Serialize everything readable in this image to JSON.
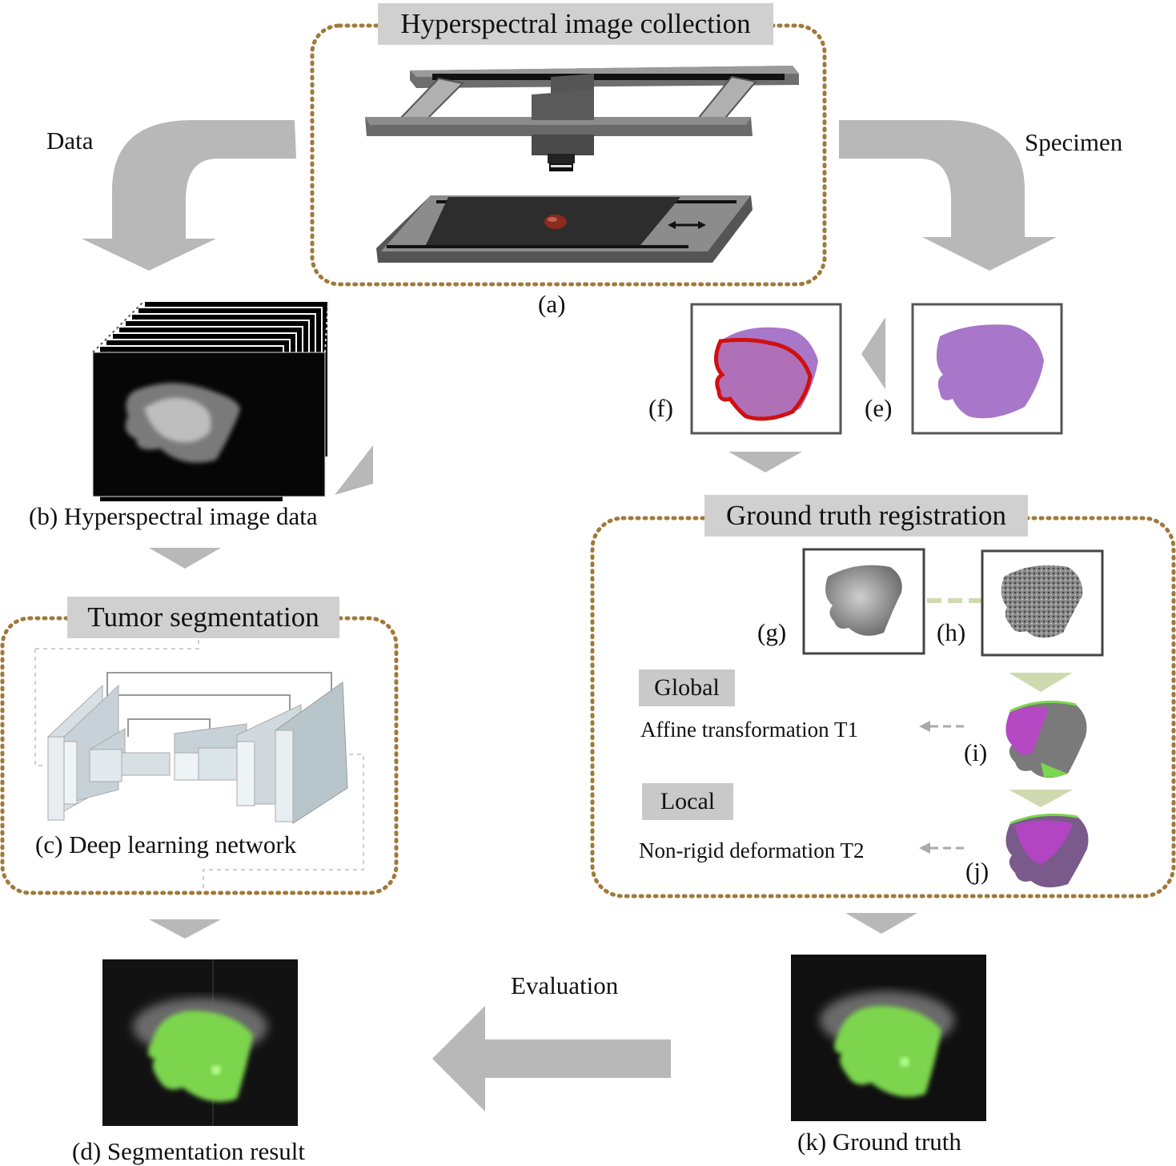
{
  "top_section": {
    "title": "Hyperspectral image collection",
    "caption": "(a)"
  },
  "flow_labels": {
    "data": "Data",
    "specimen": "Specimen",
    "evaluation": "Evaluation"
  },
  "hsi_data": {
    "caption": "(b) Hyperspectral image data"
  },
  "tumor_segmentation": {
    "title": "Tumor segmentation",
    "network_caption": "(c) Deep learning network"
  },
  "segmentation_result": {
    "caption": "(d) Segmentation result"
  },
  "histology": {
    "annotated_label": "(f)",
    "slide_label": "(e)"
  },
  "ground_truth_registration": {
    "title": "Ground truth registration",
    "image_g_label": "(g)",
    "image_h_label": "(h)",
    "global_tag": "Global",
    "global_step": "Affine transformation T1",
    "global_result_label": "(i)",
    "local_tag": "Local",
    "local_step": "Non-rigid deformation T2",
    "local_result_label": "(j)"
  },
  "ground_truth": {
    "caption": "(k) Ground truth"
  },
  "colors": {
    "dotted_border": "#a07a3a",
    "arrow_gray": "#b8b8b8",
    "arrow_green": "#cfd9b0",
    "tumor_green": "#7bd54e",
    "tissue_purple": "#a877c9",
    "annotation_red": "#d01010",
    "overlay_magenta": "#c040d0"
  },
  "icons": [
    "camera-rig-icon",
    "tissue-sample-icon",
    "network-block-icon"
  ]
}
